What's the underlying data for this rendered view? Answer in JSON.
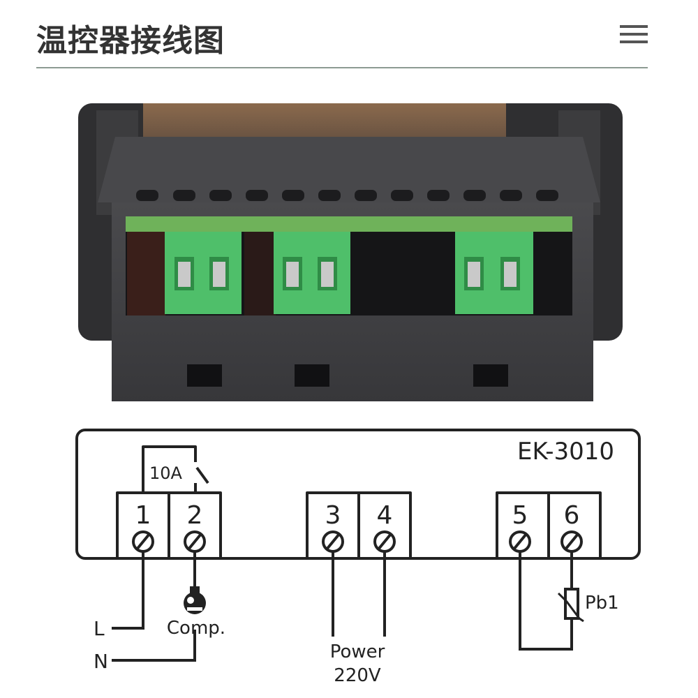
{
  "header": {
    "title": "温控器接线图",
    "menu_icon": "hamburger-menu-icon"
  },
  "diagram": {
    "model": "EK-3010",
    "relay_rating": "10A",
    "terminals": [
      {
        "number": "1"
      },
      {
        "number": "2"
      },
      {
        "number": "3"
      },
      {
        "number": "4"
      },
      {
        "number": "5"
      },
      {
        "number": "6"
      }
    ],
    "labels": {
      "line": "L",
      "neutral": "N",
      "compressor": "Comp.",
      "power_line1": "Power",
      "power_line2": "220V",
      "probe": "Pb1"
    }
  },
  "colors": {
    "housing": "#3a3a3c",
    "terminal_block": "#4fbf6a",
    "line": "#222222"
  }
}
